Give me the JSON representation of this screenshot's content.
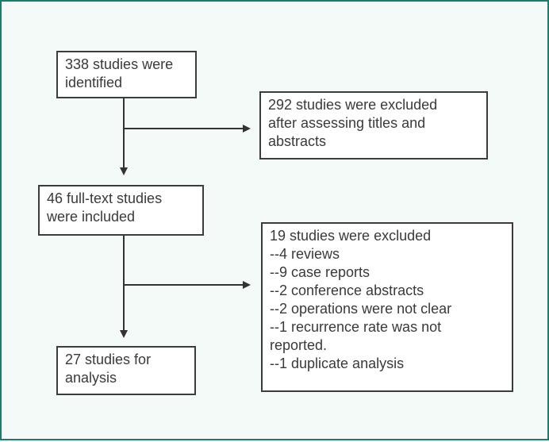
{
  "boxes": {
    "identified": {
      "lines": [
        "338 studies were",
        "identified"
      ]
    },
    "excluded_titles": {
      "lines": [
        "292 studies were excluded",
        "after assessing titles and",
        "abstracts"
      ]
    },
    "fulltext": {
      "lines": [
        "46 full-text studies",
        "were included"
      ]
    },
    "excluded_fulltext": {
      "lines": [
        "19 studies were excluded",
        "--4 reviews",
        "--9 case reports",
        "--2 conference abstracts",
        "--2 operations were not clear",
        "--1 recurrence rate was not",
        "reported.",
        "--1 duplicate analysis"
      ]
    },
    "analysis": {
      "lines": [
        "27 studies for",
        "analysis"
      ]
    }
  },
  "colors": {
    "frame_border": "#1f7a6e",
    "frame_background": "#f3faf7",
    "box_border": "#3c3c3c",
    "text": "#3a3a3a",
    "arrow": "#333333"
  }
}
